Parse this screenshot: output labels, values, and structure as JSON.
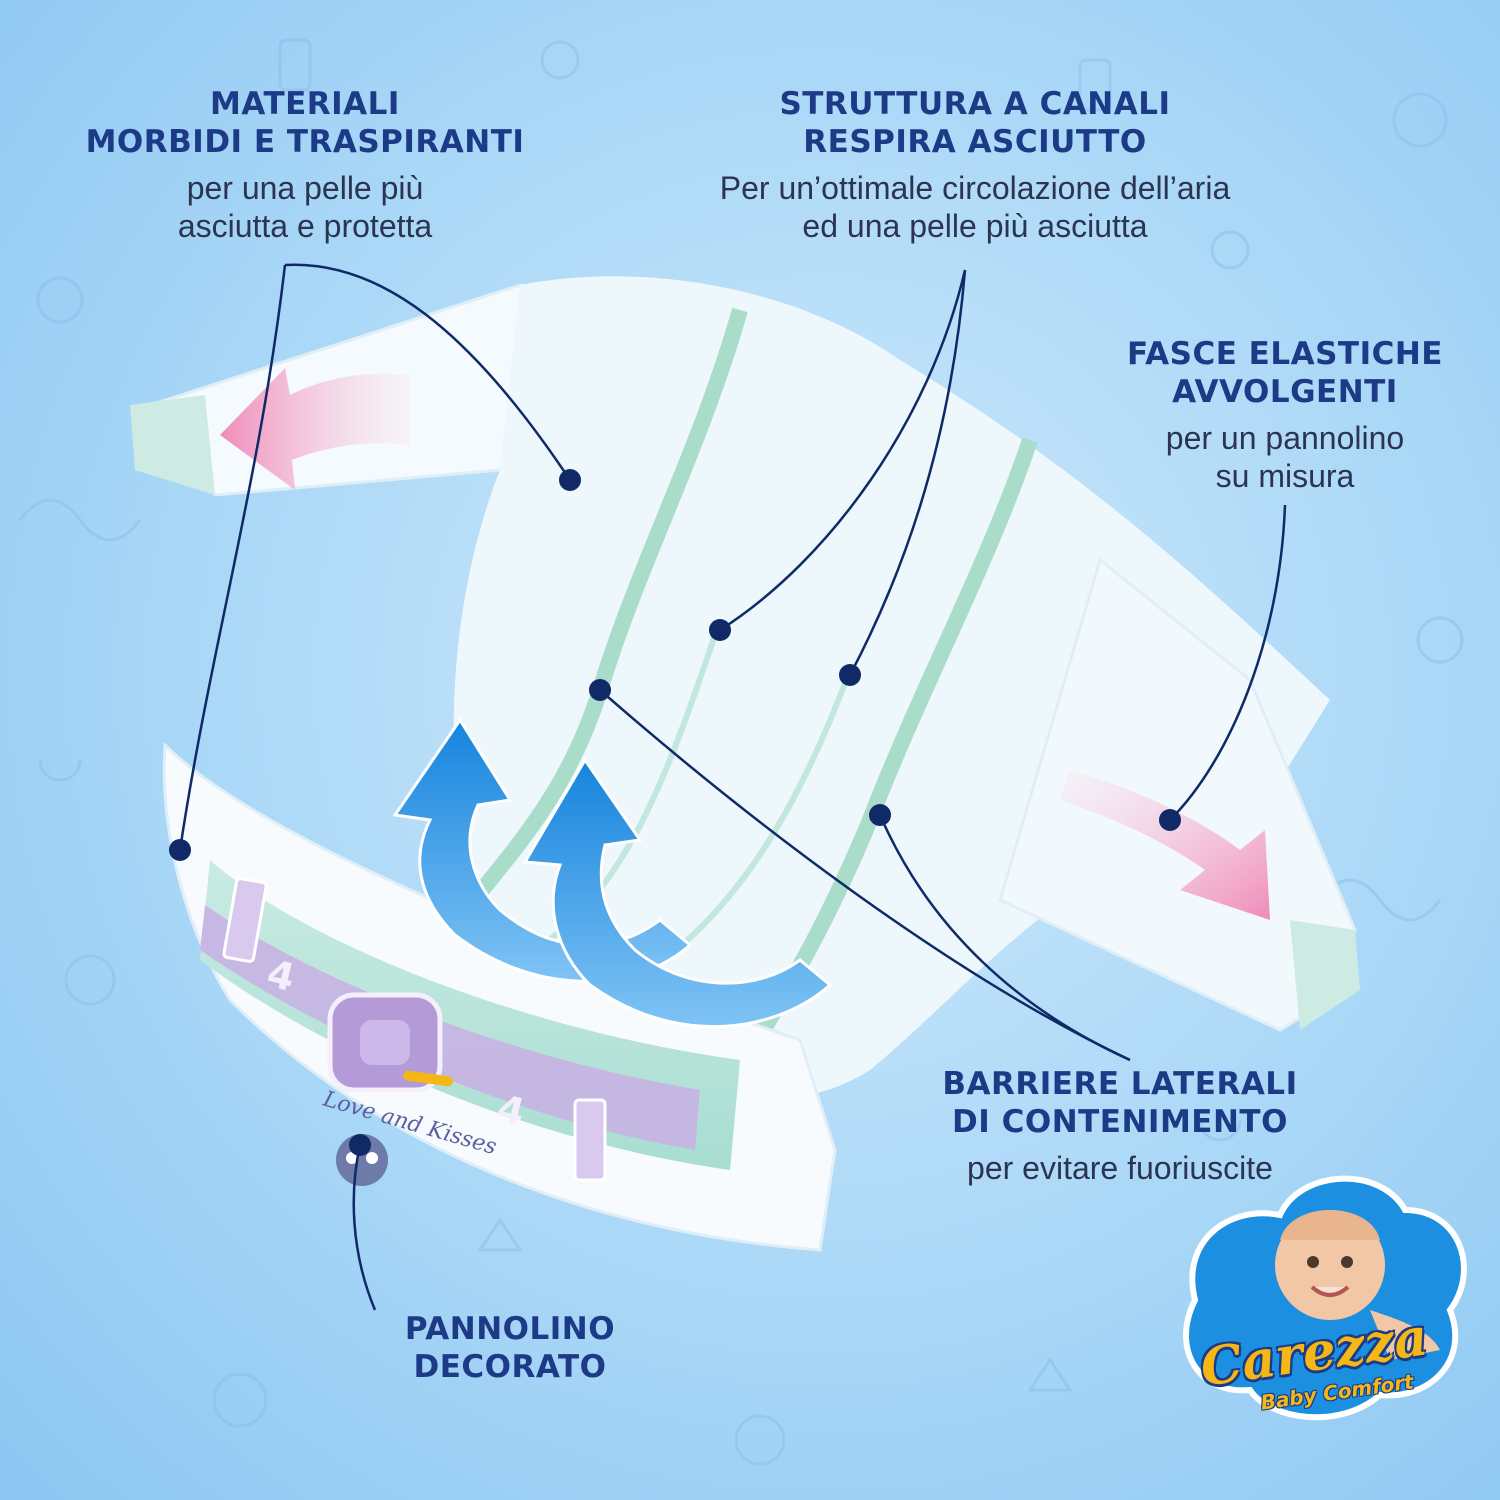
{
  "features": [
    {
      "id": "materiali",
      "title_lines": [
        "MATERIALI",
        "MORBIDI E TRASPIRANTI"
      ],
      "body_lines": [
        "per una pelle più",
        "asciutta e protetta"
      ]
    },
    {
      "id": "struttura",
      "title_lines": [
        "STRUTTURA A CANALI",
        "RESPIRA ASCIUTTO"
      ],
      "body_lines": [
        "Per un’ottimale circolazione dell’aria",
        "ed una pelle più asciutta"
      ]
    },
    {
      "id": "fasce",
      "title_lines": [
        "FASCE ELASTICHE",
        "AVVOLGENTI"
      ],
      "body_lines": [
        "per un pannolino",
        "su misura"
      ]
    },
    {
      "id": "barriere",
      "title_lines": [
        "BARRIERE LATERALI",
        "DI CONTENIMENTO"
      ],
      "body_lines": [
        "per evitare fuoriuscite"
      ]
    },
    {
      "id": "decorato",
      "title_lines": [
        "PANNOLINO",
        "DECORATO"
      ],
      "body_lines": []
    }
  ],
  "diaper": {
    "size_number": "4",
    "print_text": "Love and Kisses"
  },
  "brand": {
    "name": "Carezza",
    "tagline": "Baby Comfort"
  },
  "colors": {
    "heading": "#1c3a86",
    "body_text": "#2b3552",
    "background": "#a9d7f7",
    "pink_arrow": "#f2a6c6",
    "blue_arrow": "#1e90e0",
    "leader_dot": "#0f2a66",
    "brand_yellow": "#f5b715"
  }
}
